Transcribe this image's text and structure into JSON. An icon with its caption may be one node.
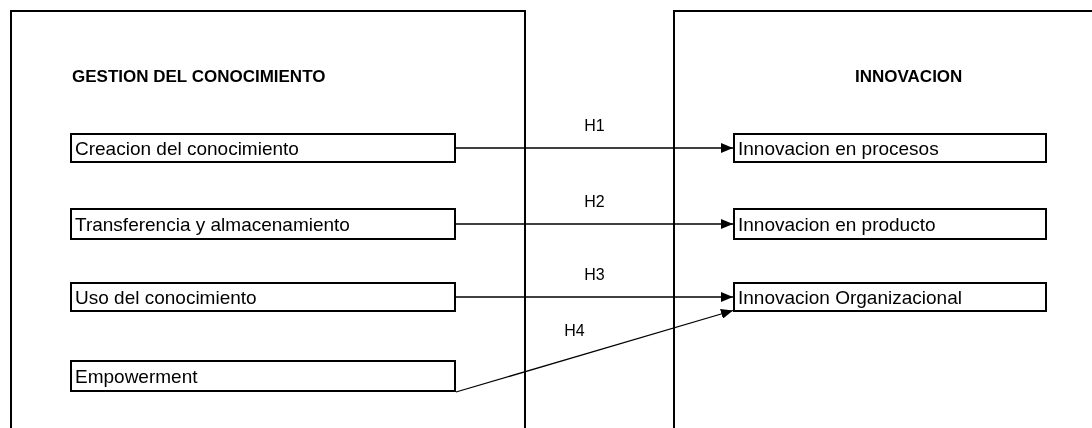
{
  "diagram": {
    "nodes": [
      {
        "text": [
          "GESTION DEL CONOCIMIENTO"
        ]
      },
      {
        "text": [
          "Creacion del conocimiento"
        ],
        "in": 0
      },
      {
        "text": [
          "Transferencia y almacenamiento"
        ],
        "in": 0
      },
      {
        "text": [
          "Uso del conocimiento"
        ],
        "in": 0
      },
      {
        "text": [
          "Empowerment"
        ],
        "in": 0
      },
      {
        "text": [
          "INNOVACION"
        ]
      },
      {
        "text": [
          "Innovacion en procesos"
        ],
        "in": 5
      },
      {
        "text": [
          "Innovacion en producto"
        ],
        "in": 5
      },
      {
        "text": [
          "Innovacion Organizacional"
        ],
        "in": 5
      }
    ],
    "edges": [
      {
        "from": 1,
        "to": 6,
        "arrow": "to",
        "label": "H1"
      },
      {
        "from": 2,
        "to": 7,
        "arrow": "to",
        "label": "H2"
      },
      {
        "from": 3,
        "to": 8,
        "arrow": "to",
        "label": "H3"
      },
      {
        "from": 4,
        "to": 8,
        "arrow": "to",
        "label": "H4"
      }
    ]
  }
}
